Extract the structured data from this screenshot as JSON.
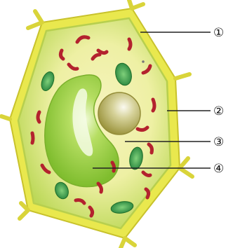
{
  "diagram": {
    "labels": [
      {
        "id": "cell-wall",
        "text": "①"
      },
      {
        "id": "cell-membrane",
        "text": "②"
      },
      {
        "id": "cytoplasm",
        "text": "③"
      },
      {
        "id": "vacuole",
        "text": "④"
      }
    ],
    "colors": {
      "cell_wall": "#e8e64a",
      "cell_wall_edge": "#c9c42a",
      "cytoplasm_outer": "#c7de6a",
      "cytoplasm_inner": "#f4f1b6",
      "vacuole": "#8fc93a",
      "vacuole_highlight": "#e9f7c9",
      "nucleus": "#a7a04a",
      "nucleus_highlight": "#f6f4e4",
      "mitochondria": "#b8232f",
      "chloroplast": "#2f8f3a",
      "leader_line": "#222222"
    },
    "icons": [
      "circled-digit-labels"
    ]
  }
}
